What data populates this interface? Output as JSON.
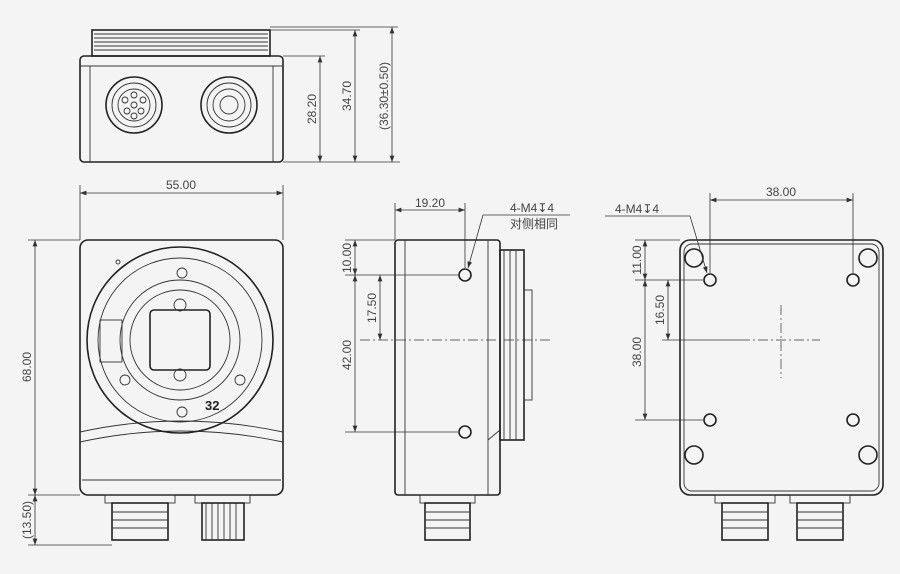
{
  "colors": {
    "background": "#f4f4f4",
    "line": "#222222",
    "dimension_text": "#444444"
  },
  "views": {
    "top": {
      "dims": {
        "height_body": "28.20",
        "height_total": "34.70",
        "height_with_tol": "(36.30±0.50)"
      }
    },
    "front": {
      "dims": {
        "width": "55.00",
        "height": "68.00",
        "connector_length": "(13.50)"
      },
      "marking": "32"
    },
    "side": {
      "dims": {
        "hole_offset": "19.20",
        "top_offset": "10.00",
        "hole_spacing": "42.00",
        "half_spacing": "17.50"
      },
      "callout": {
        "thread": "4-M4↧4",
        "note": "对侧相同"
      }
    },
    "rear": {
      "dims": {
        "hole_spacing_h": "38.00",
        "top_offset": "11.00",
        "half_spacing": "16.50",
        "hole_spacing_v": "38.00"
      },
      "callout": {
        "thread": "4-M4↧4"
      }
    }
  }
}
